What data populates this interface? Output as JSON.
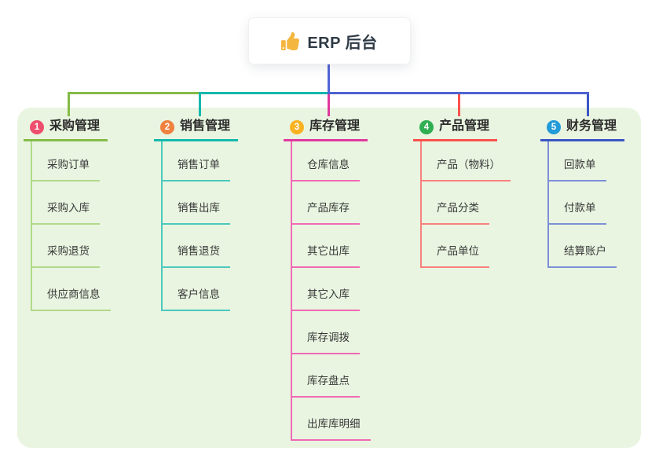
{
  "root": {
    "label": "ERP 后台",
    "icon": "thumbs-up-icon",
    "icon_color": "#f4b63f"
  },
  "panel_color": "#e9f5e1",
  "connector": {
    "root_line_color": "#5265d4",
    "trunk_color": "#4f63d0"
  },
  "branches": [
    {
      "num": "1",
      "label": "采购管理",
      "badge_color": "#ee4e6d",
      "line_color": "#84bb47",
      "child_line_color": "#b2d98a",
      "children": [
        "采购订单",
        "采购入库",
        "采购退货",
        "供应商信息"
      ]
    },
    {
      "num": "2",
      "label": "销售管理",
      "badge_color": "#f0813f",
      "line_color": "#14b8ac",
      "child_line_color": "#4cc8bd",
      "children": [
        "销售订单",
        "销售出库",
        "销售退货",
        "客户信息"
      ]
    },
    {
      "num": "3",
      "label": "库存管理",
      "badge_color": "#f9b222",
      "line_color": "#e0399e",
      "child_line_color": "#f06ab5",
      "children": [
        "仓库信息",
        "产品库存",
        "其它出库",
        "其它入库",
        "库存调拨",
        "库存盘点",
        "出库库明细"
      ]
    },
    {
      "num": "4",
      "label": "产品管理",
      "badge_color": "#2fae52",
      "line_color": "#fb514e",
      "child_line_color": "#f8807d",
      "children": [
        "产品（物料）",
        "产品分类",
        "产品单位"
      ]
    },
    {
      "num": "5",
      "label": "财务管理",
      "badge_color": "#229bd8",
      "line_color": "#3a56c5",
      "child_line_color": "#7d8fd6",
      "children": [
        "回款单",
        "付款单",
        "结算账户"
      ]
    }
  ]
}
